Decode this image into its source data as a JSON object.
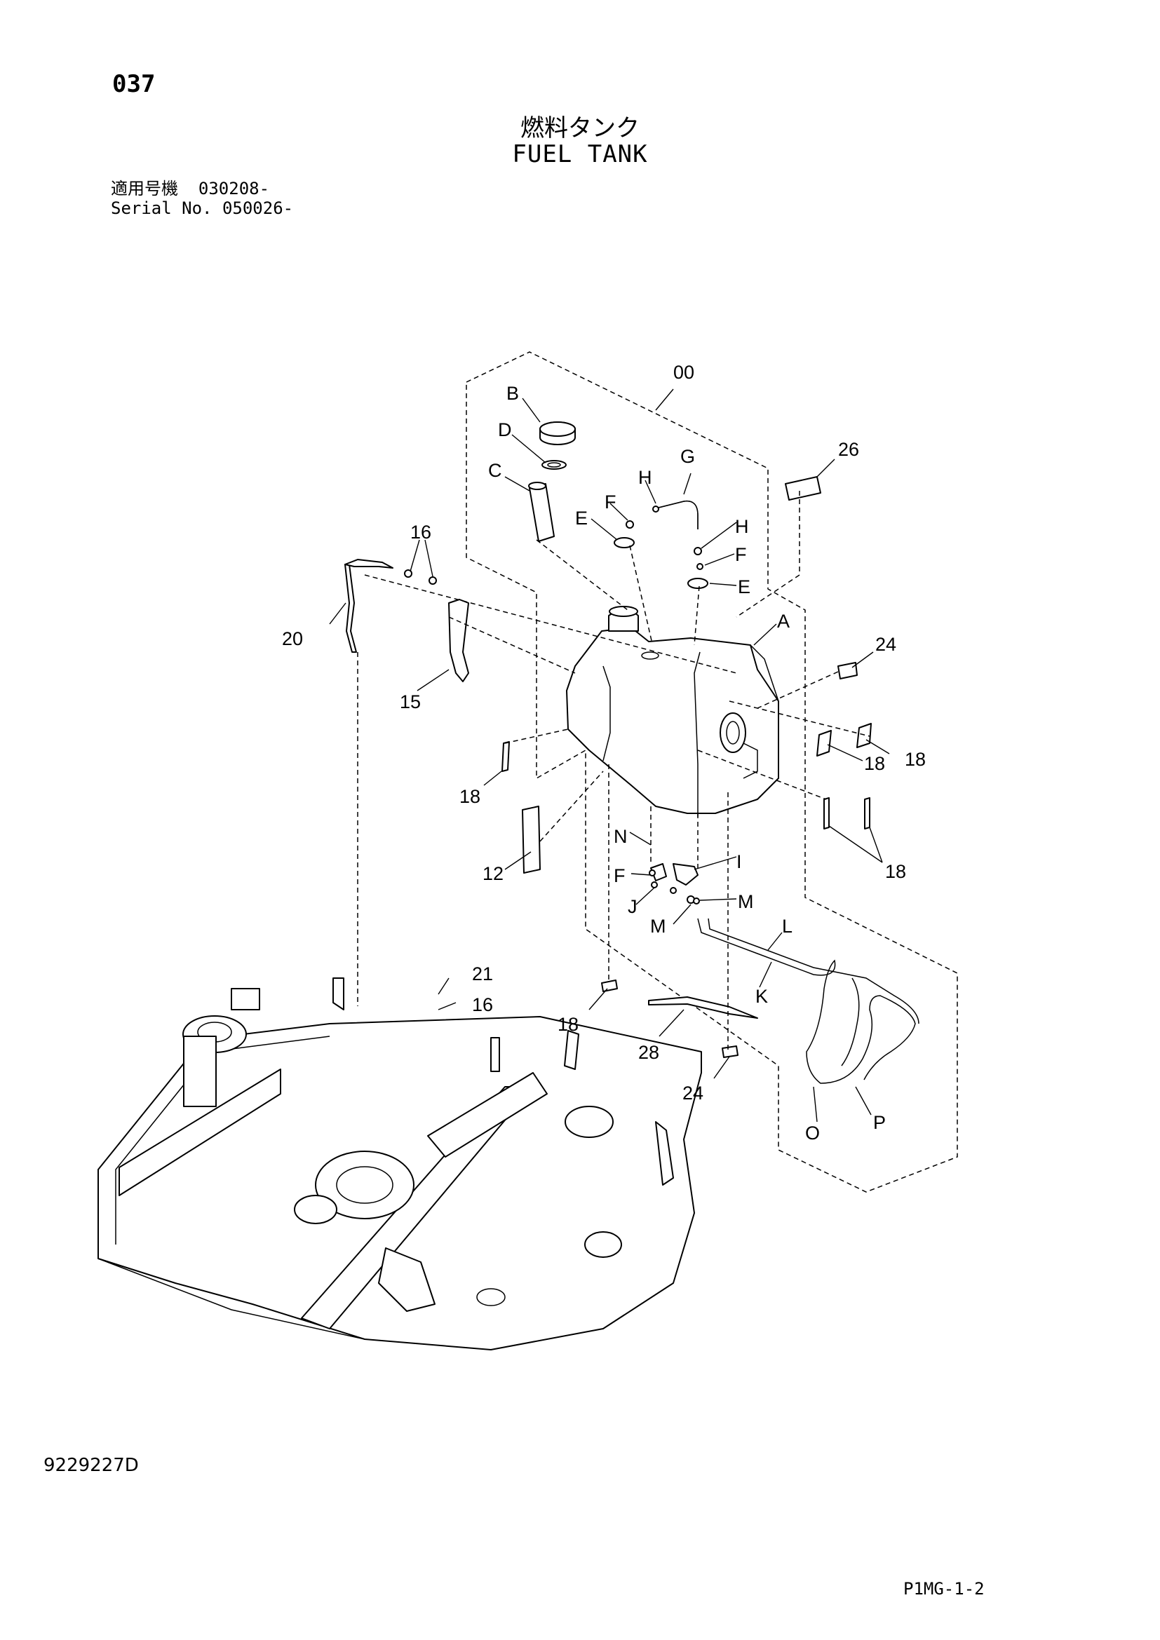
{
  "header": {
    "page_number": "037",
    "title_jp": "燃料タンク",
    "title_en": "FUEL TANK",
    "serial_label_jp": "適用号機",
    "serial_value_jp": "030208-",
    "serial_label_en": "Serial No.",
    "serial_value_en": "050026-"
  },
  "footer": {
    "drawing_number": "9229227D",
    "page_code": "P1MG-1-2"
  },
  "callouts": {
    "c00": "00",
    "cB": "B",
    "cD": "D",
    "cC": "C",
    "cG": "G",
    "cH1": "H",
    "cH2": "H",
    "cF1": "F",
    "cF2": "F",
    "cF3": "F",
    "cE1": "E",
    "cE2": "E",
    "c26": "26",
    "cA": "A",
    "c24a": "24",
    "c24b": "24",
    "c16a": "16",
    "c16b": "16",
    "c20": "20",
    "c15": "15",
    "c18a": "18",
    "c18b": "18",
    "c18c": "18",
    "c18d": "18",
    "c18e": "18",
    "c12": "12",
    "cN": "N",
    "cI": "I",
    "cJ": "J",
    "cM1": "M",
    "cM2": "M",
    "cL": "L",
    "cK": "K",
    "c21": "21",
    "c28": "28",
    "cO": "O",
    "cP": "P"
  }
}
